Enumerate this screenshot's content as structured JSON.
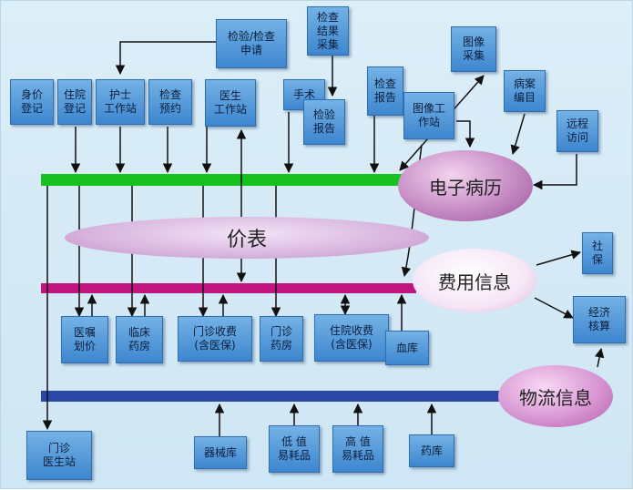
{
  "nodes": {
    "shenfen": "身价\n登记",
    "zhuyuan": "住院\n登记",
    "hushi": "护士\n工作站",
    "jianchayy": "检查\n预约",
    "yisheng": "医生\n工作站",
    "jianyansq": "检验/检查\n申请",
    "jianchajg": "检查\n结果\n采集",
    "shoushu": "手术",
    "jianyanbg": "检验\n报告",
    "jianchabg": "检查\n报告",
    "tuxianggz": "图像工\n作站",
    "tuxiangcj": "图像\n采集",
    "bingan": "病案\n编目",
    "yuancheng": "远程\n访问",
    "shebao": "社\n保",
    "jingji": "经济\n核算",
    "yizhu": "医嘱\n划价",
    "linchuang": "临床\n药房",
    "menzhensf": "门诊收费\n(含医保)",
    "menzhenyf": "门诊\n药房",
    "zhuyuansf": "住院收费\n(含医保)",
    "xueku": "血库",
    "qixie": "器械库",
    "didi": "低 值\n易耗品",
    "gaozhi": "高 值\n易耗品",
    "yaoku": "药库",
    "menzhenys": "门诊\n医生站"
  },
  "hubs": {
    "emr": "电子病历",
    "fee": "费用信息",
    "logistics": "物流信息",
    "price": "价表"
  },
  "colors": {
    "emr_bus": "#18c020",
    "fee_bus": "#c0157e",
    "logistics_bus": "#2a47a6",
    "box": "#4f97da"
  }
}
